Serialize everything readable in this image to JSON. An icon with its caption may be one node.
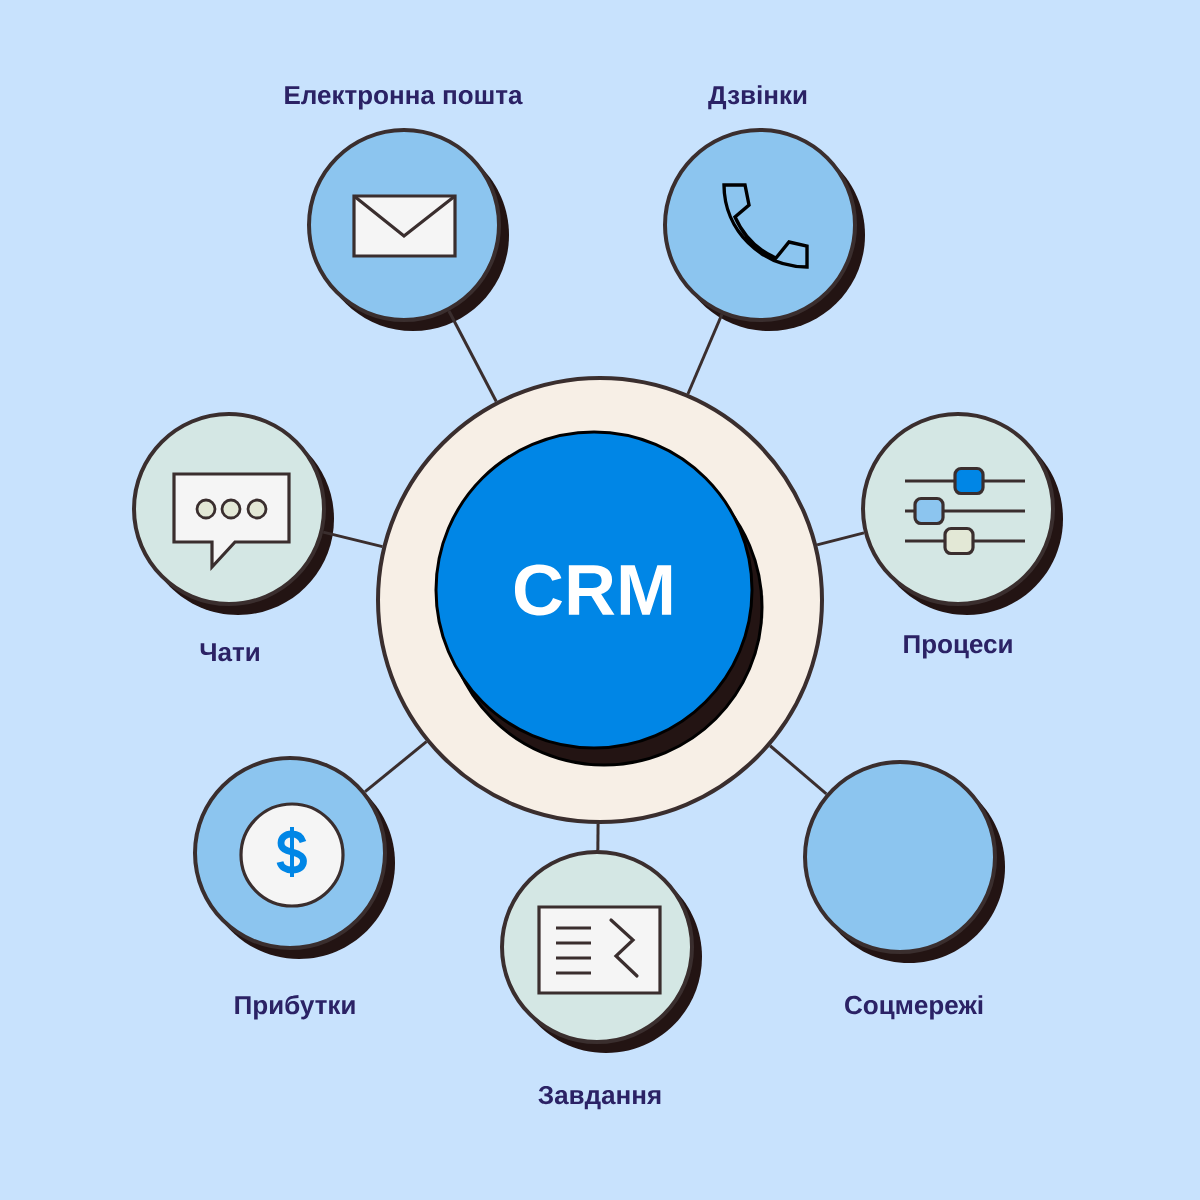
{
  "diagram": {
    "nodes": [
      {
        "text": [],
        "shape": "circle"
      },
      {
        "text": [
          "CRM"
        ],
        "in": 0
      },
      {
        "text": [
          "Електронна пошта"
        ]
      },
      {
        "text": [
          "Дзвінки"
        ]
      },
      {
        "text": [
          "Чати"
        ]
      },
      {
        "text": [
          "Процеси"
        ]
      },
      {
        "text": [
          "Прибутки"
        ]
      },
      {
        "text": [
          "Соцмережі"
        ]
      },
      {
        "text": [
          "Завдання"
        ]
      }
    ],
    "edges": [
      {
        "from": 0,
        "to": 2,
        "arrow": "none"
      },
      {
        "from": 0,
        "to": 3,
        "arrow": "none"
      },
      {
        "from": 0,
        "to": 4,
        "arrow": "none"
      },
      {
        "from": 0,
        "to": 5,
        "arrow": "none"
      },
      {
        "from": 0,
        "to": 6,
        "arrow": "none"
      },
      {
        "from": 0,
        "to": 7,
        "arrow": "none"
      },
      {
        "from": 0,
        "to": 8,
        "arrow": "none"
      }
    ]
  }
}
